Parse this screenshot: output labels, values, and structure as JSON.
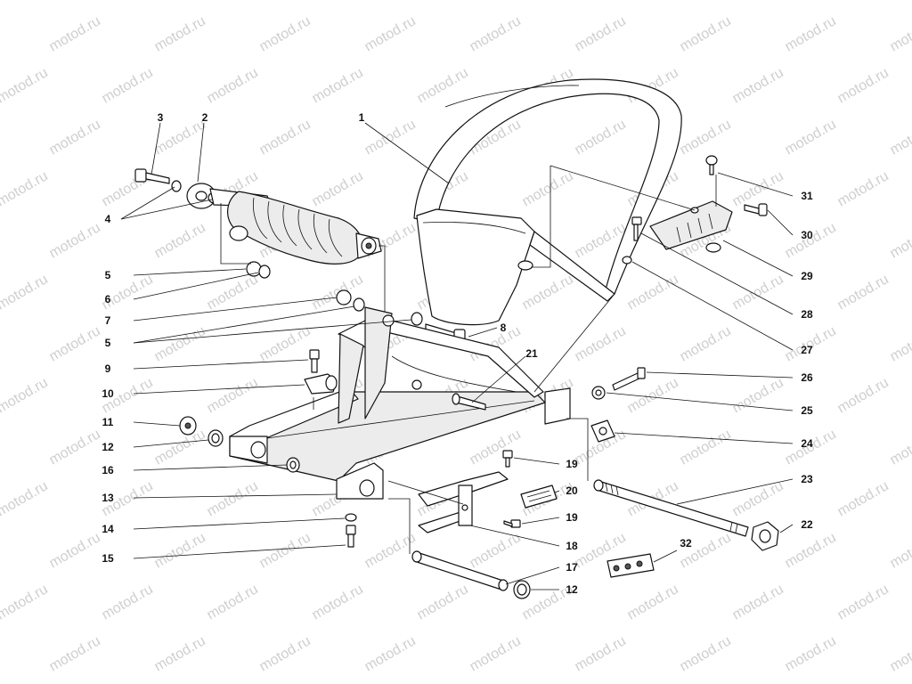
{
  "watermark": "motod.ru",
  "callouts": [
    "1",
    "2",
    "3",
    "4",
    "5",
    "6",
    "7",
    "5",
    "8",
    "9",
    "10",
    "11",
    "12",
    "16",
    "13",
    "14",
    "15",
    "21",
    "19",
    "20",
    "19",
    "18",
    "17",
    "12",
    "26",
    "25",
    "24",
    "23",
    "22",
    "32",
    "31",
    "30",
    "29",
    "28",
    "27"
  ]
}
